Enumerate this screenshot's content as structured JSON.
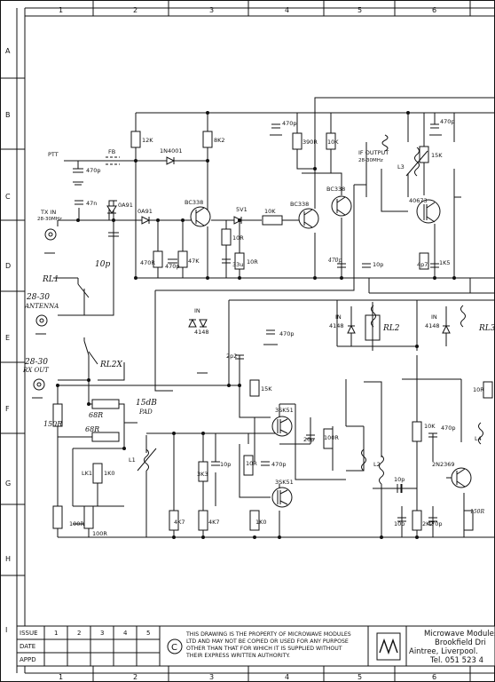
{
  "grid": {
    "columns": [
      "1",
      "2",
      "3",
      "4",
      "5",
      "6"
    ],
    "rows": [
      "A",
      "B",
      "C",
      "D",
      "E",
      "F",
      "G",
      "H",
      "I"
    ]
  },
  "labels": {
    "ptt": "PTT",
    "tx_in_1": "TX IN",
    "tx_in_2": "28-30MHz",
    "rl1": "RL1",
    "ant_1": "28-30",
    "ant_2": "ANTENNA",
    "rx_1": "28-30",
    "rx_2": "RX OUT",
    "rl2x": "RL2X",
    "fb": "FB",
    "c_470p_a": "470p",
    "c_47n": "47n",
    "d_0a91_a": "0A91",
    "d_0a91_b": "0A91",
    "c_10p_hand": "10p",
    "r_12k": "12K",
    "d_1n4001": "1N4001",
    "r_8k2": "8K2",
    "q_bc338_a": "BC338",
    "z_5v1": "5V1",
    "r_10r_a": "10R",
    "c_33u": "33u",
    "r_470r": "470R",
    "c_470p_b": "470p",
    "r_47k": "47K",
    "r_10r_b": "10R",
    "r_10k_a": "10K",
    "r_390r": "390R",
    "r_10k_b": "10K",
    "c_470p_c": "470p",
    "q_bc338_b": "BC338",
    "q_bc338_c": "BC338",
    "if_1": "IF OUTPUT",
    "if_2": "28-30MHz",
    "c_470p_hand": "470p",
    "c_10p_b": "10p",
    "l3": "L3",
    "c_470p_d": "470p",
    "r_15k_a": "15K",
    "q_40673": "40673",
    "c_4p7": "4p7",
    "r_1k5": "1K5",
    "in4148_a1": "IN",
    "in4148_a2": "4148",
    "in4148_b1": "IN",
    "in4148_b2": "4148",
    "rl2": "RL2",
    "in4148_c1": "IN",
    "in4148_c2": "4148",
    "rl3": "RL3",
    "c_470p_e": "470p",
    "r_15k_b": "15K",
    "c_2p2": "2p2",
    "q_3sk51_a": "3SK51",
    "q_3sk51_b": "3SK51",
    "c_20p": "20p",
    "r_100r_a": "100R",
    "pad_1": "15dB",
    "pad_2": "PAD",
    "r_68r_a": "68R",
    "r_68r_b": "68R",
    "r_150r": "150R",
    "lk1": "LK1",
    "r_1k0_a": "1K0",
    "l1": "L1",
    "r_3k3": "3K3",
    "c_10p_c": "10p",
    "r_10r_c": "10R",
    "c_470p_f": "470p",
    "l2": "L2",
    "c_10p_d": "10p",
    "c_10p_e": "10p",
    "r_100r_b": "100R",
    "r_100r_c": "100R",
    "r_4k7_a": "4K7",
    "r_4k7_b": "4K7",
    "r_1k0_b": "1K0",
    "r_10k_c": "10K",
    "c_470p_g": "470p",
    "l4": "L4",
    "q_2n2369": "2N2369",
    "r_2k2": "2K2",
    "c_470p_h": "470p",
    "r_10r_d": "10R",
    "r_150r_b": "150R"
  },
  "title_block": {
    "issue": "ISSUE",
    "date": "DATE",
    "appd": "APPD",
    "issue_numbers": [
      "1",
      "2",
      "3",
      "4",
      "5"
    ],
    "copyright_symbol": "C",
    "notice": [
      "THIS DRAWING IS THE PROPERTY OF MICROWAVE MODULES",
      "LTD AND MAY NOT BE COPIED OR USED FOR ANY PURPOSE",
      "OTHER THAN THAT FOR WHICH IT IS SUPPLIED WITHOUT",
      "THEIR EXPRESS WRITTEN AUTHORITY."
    ],
    "company": [
      "Microwave Modules",
      "Brookfield Dri",
      "Aintree, Liverpool.",
      "Tel. 051 523 4"
    ]
  }
}
